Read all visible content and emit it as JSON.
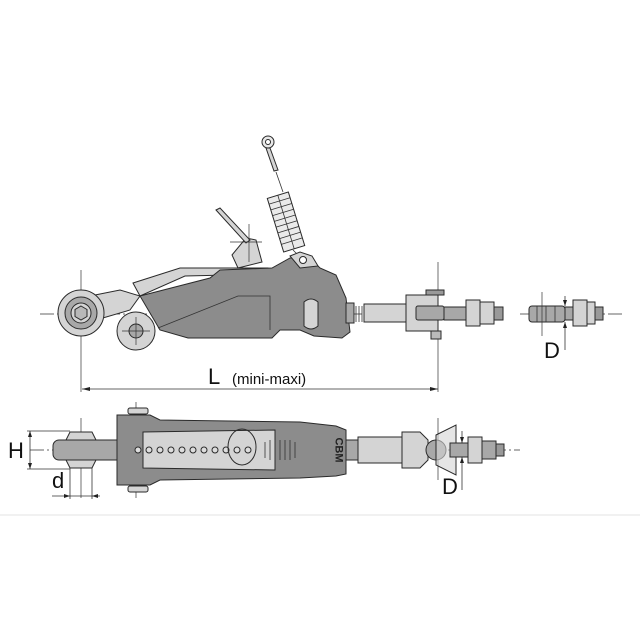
{
  "figure": {
    "subject": "Stabilizer / top link with spring-loaded latch",
    "views": [
      "side-view",
      "top-view"
    ]
  },
  "labels": {
    "length_symbol": "L",
    "length_note": "(mini-maxi)",
    "thread_diameter_side": "D",
    "thread_diameter_top": "D",
    "ball_height": "H",
    "ball_bore": "d",
    "brand_mark": "CBM"
  },
  "colors": {
    "background": "#ffffff",
    "body_dark": "#8c8c8c",
    "body_light": "#d4d4d4",
    "outline": "#2a2a2a",
    "centerline": "#333333"
  }
}
